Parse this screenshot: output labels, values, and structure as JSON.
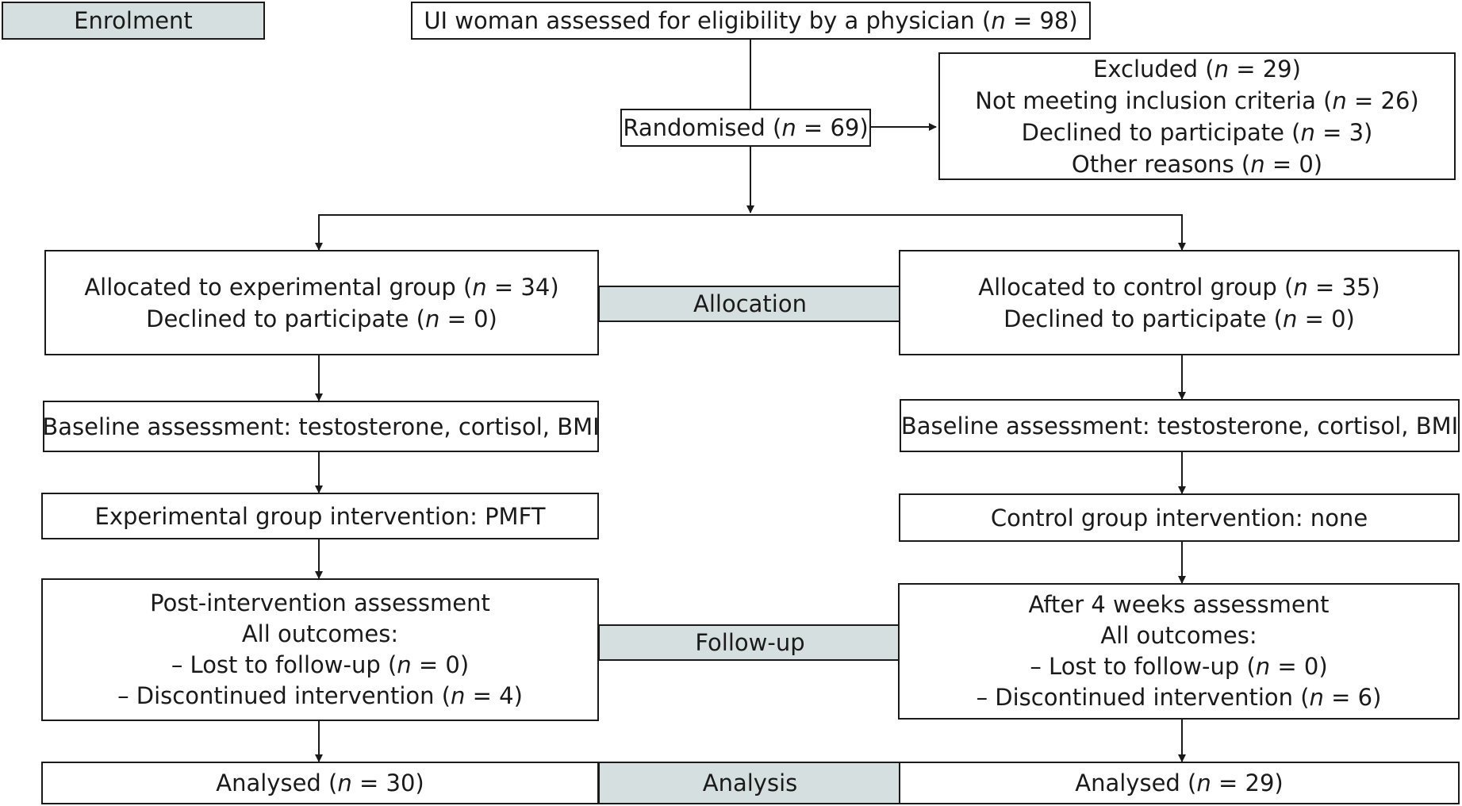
{
  "stages": {
    "enrolment": "Enrolment",
    "allocation": "Allocation",
    "follow_up": "Follow-up",
    "analysis": "Analysis"
  },
  "assessed": {
    "pre": "UI woman assessed for eligibility by a physician (",
    "n": "n",
    "post": " = 98)"
  },
  "randomised": {
    "pre": "Randomised (",
    "n": "n",
    "post": " = 69)"
  },
  "excluded": [
    {
      "pre": "Excluded (",
      "n": "n",
      "post": " = 29)"
    },
    {
      "pre": "Not meeting inclusion criteria (",
      "n": "n",
      "post": " = 26)"
    },
    {
      "pre": "Declined to participate (",
      "n": "n",
      "post": " = 3)"
    },
    {
      "pre": "Other reasons (",
      "n": "n",
      "post": " = 0)"
    }
  ],
  "experimental": {
    "allocated": [
      {
        "pre": "Allocated to experimental group (",
        "n": "n",
        "post": " = 34)"
      },
      {
        "pre": "Declined to participate (",
        "n": "n",
        "post": " = 0)"
      }
    ],
    "baseline": "Baseline assessment: testosterone, cortisol, BMI",
    "intervention": "Experimental group intervention: PMFT",
    "followup": {
      "title": "Post-intervention assessment",
      "subtitle": "All outcomes:",
      "lost": {
        "pre": "– Lost to follow-up (",
        "n": "n",
        "post": " = 0)"
      },
      "discontinued": {
        "pre": "– Discontinued intervention (",
        "n": "n",
        "post": " = 4)"
      }
    },
    "analysed": {
      "pre": "Analysed (",
      "n": "n",
      "post": " = 30)"
    }
  },
  "control": {
    "allocated": [
      {
        "pre": "Allocated to control group (",
        "n": "n",
        "post": " = 35)"
      },
      {
        "pre": "Declined to participate (",
        "n": "n",
        "post": " = 0)"
      }
    ],
    "baseline": "Baseline assessment: testosterone, cortisol, BMI",
    "intervention": "Control group intervention: none",
    "followup": {
      "title": "After 4 weeks assessment",
      "subtitle": "All outcomes:",
      "lost": {
        "pre": "– Lost to follow-up (",
        "n": "n",
        "post": " = 0)"
      },
      "discontinued": {
        "pre": "– Discontinued intervention (",
        "n": "n",
        "post": " = 6)"
      }
    },
    "analysed": {
      "pre": "Analysed (",
      "n": "n",
      "post": " = 29)"
    }
  }
}
